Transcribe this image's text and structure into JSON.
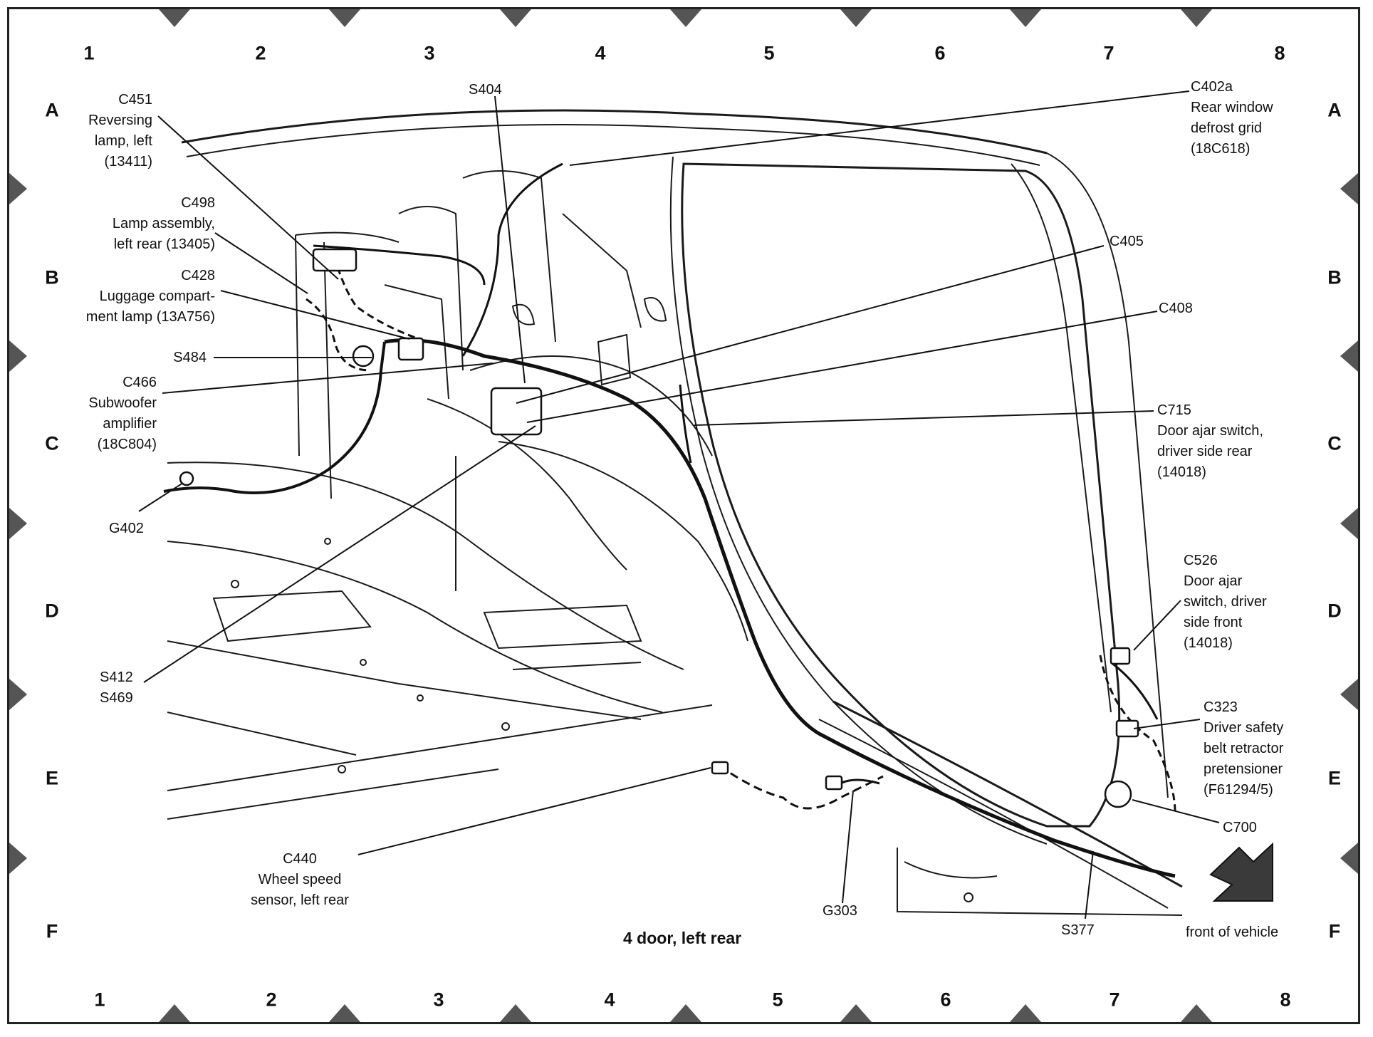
{
  "grid": {
    "columns": [
      "1",
      "2",
      "3",
      "4",
      "5",
      "6",
      "7",
      "8"
    ],
    "rows": [
      "A",
      "B",
      "C",
      "D",
      "E",
      "F"
    ]
  },
  "labels": {
    "c451": {
      "id": "C451",
      "lines": [
        "Reversing",
        "lamp, left",
        "(13411)"
      ]
    },
    "c498": {
      "id": "C498",
      "lines": [
        "Lamp assembly,",
        "left rear (13405)"
      ]
    },
    "c428": {
      "id": "C428",
      "lines": [
        "Luggage compart-",
        "ment lamp (13A756)"
      ]
    },
    "s484": {
      "id": "S484"
    },
    "c466": {
      "id": "C466",
      "lines": [
        "Subwoofer",
        "amplifier",
        "(18C804)"
      ]
    },
    "g402": {
      "id": "G402"
    },
    "s412": {
      "id": "S412"
    },
    "s469": {
      "id": "S469"
    },
    "s404": {
      "id": "S404"
    },
    "c402a": {
      "id": "C402a",
      "lines": [
        "Rear window",
        "defrost grid",
        "(18C618)"
      ]
    },
    "c405": {
      "id": "C405"
    },
    "c408": {
      "id": "C408"
    },
    "c715": {
      "id": "C715",
      "lines": [
        "Door ajar switch,",
        "driver side rear",
        "(14018)"
      ]
    },
    "c526": {
      "id": "C526",
      "lines": [
        "Door ajar",
        "switch, driver",
        "side front",
        "(14018)"
      ]
    },
    "c323": {
      "id": "C323",
      "lines": [
        "Driver safety",
        "belt retractor",
        "pretensioner",
        "(F61294/5)"
      ]
    },
    "c700": {
      "id": "C700"
    },
    "c440": {
      "id": "C440",
      "lines": [
        "Wheel speed",
        "sensor, left rear"
      ]
    },
    "g303": {
      "id": "G303"
    },
    "s377": {
      "id": "S377"
    }
  },
  "caption": "4 door, left rear",
  "front_note": "front of vehicle",
  "colors": {
    "line": "#1a1a1a",
    "marker": "#555555",
    "arrow": "#3a3a3a"
  }
}
